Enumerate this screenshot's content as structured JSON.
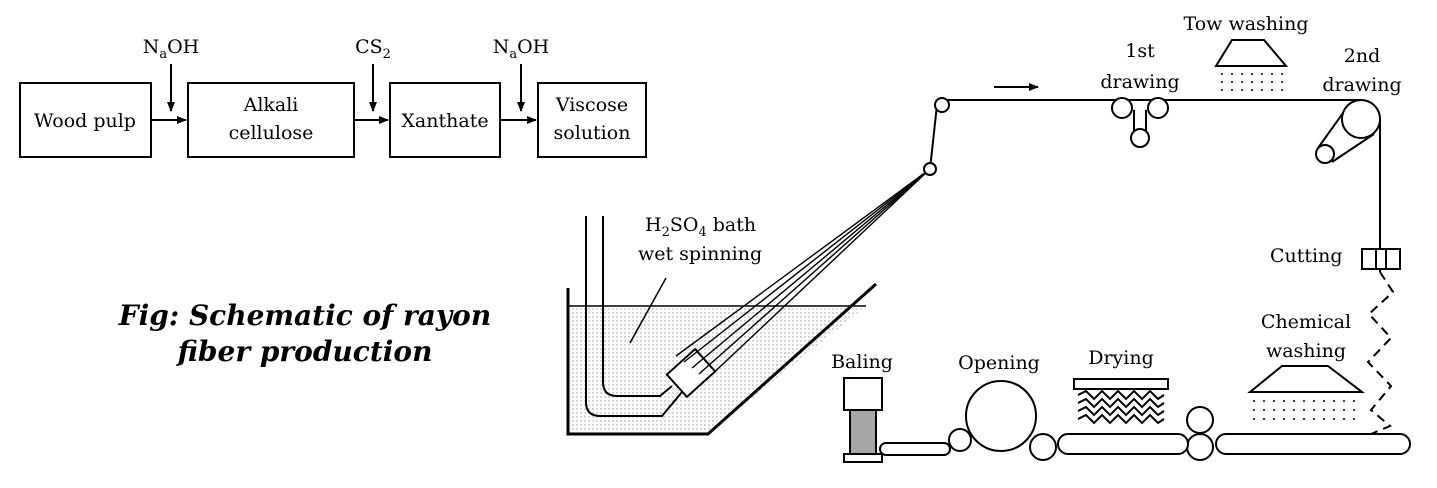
{
  "flow": {
    "wood_pulp": "Wood pulp",
    "alkali_line1": "Alkali",
    "alkali_line2": "cellulose",
    "xanthate": "Xanthate",
    "viscose_line1": "Viscose",
    "viscose_line2": "solution",
    "reagent1_main": "N",
    "reagent1_sub": "a",
    "reagent1_tail": "OH",
    "reagent2_main": "CS",
    "reagent2_sub": "2",
    "reagent3_main": "N",
    "reagent3_sub": "a",
    "reagent3_tail": "OH"
  },
  "process": {
    "bath_h": "H",
    "bath_sub1": "2",
    "bath_so": "SO",
    "bath_sub2": "4",
    "bath_tail": " bath",
    "bath_line2": "wet spinning",
    "first_drawing_1": "1st",
    "first_drawing_2": "drawing",
    "tow_washing": "Tow washing",
    "second_drawing_1": "2nd",
    "second_drawing_2": "drawing",
    "cutting": "Cutting",
    "chemical_washing_1": "Chemical",
    "chemical_washing_2": "washing",
    "baling": "Baling",
    "opening": "Opening",
    "drying": "Drying"
  },
  "caption": {
    "line1": "Fig: Schematic of rayon",
    "line2": "fiber production"
  }
}
